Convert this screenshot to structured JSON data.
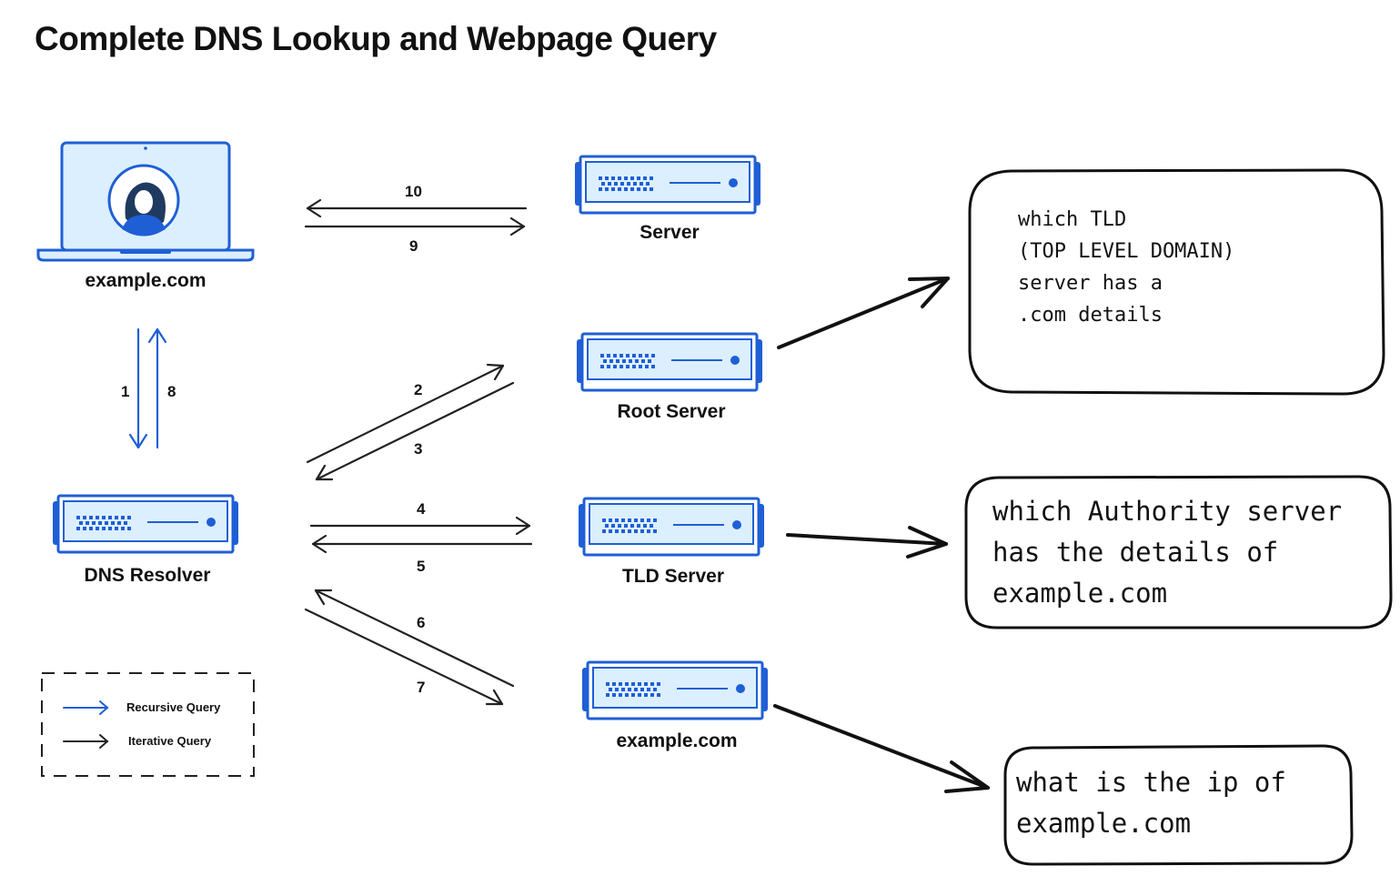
{
  "title": "Complete DNS Lookup and Webpage Query",
  "nodes": {
    "client": "example.com",
    "resolver": "DNS Resolver",
    "server": "Server",
    "root": "Root Server",
    "tld": "TLD Server",
    "authoritative": "example.com"
  },
  "steps": {
    "s1": "1",
    "s2": "2",
    "s3": "3",
    "s4": "4",
    "s5": "5",
    "s6": "6",
    "s7": "7",
    "s8": "8",
    "s9": "9",
    "s10": "10"
  },
  "legend": {
    "recursive": "Recursive Query",
    "iterative": "Iterative Query"
  },
  "notes": {
    "root_note": "which TLD\n(TOP LEVEL DOMAIN)\nserver has a\n.com details",
    "tld_note": "which Authority server\nhas the details of\nexample.com",
    "auth_note": "what is the ip of\nexample.com"
  },
  "colors": {
    "recursive_arrow": "#1f5fd6",
    "iterative_arrow": "#222222",
    "server_blue": "#1f5fd6",
    "server_fill": "#dcefff"
  }
}
